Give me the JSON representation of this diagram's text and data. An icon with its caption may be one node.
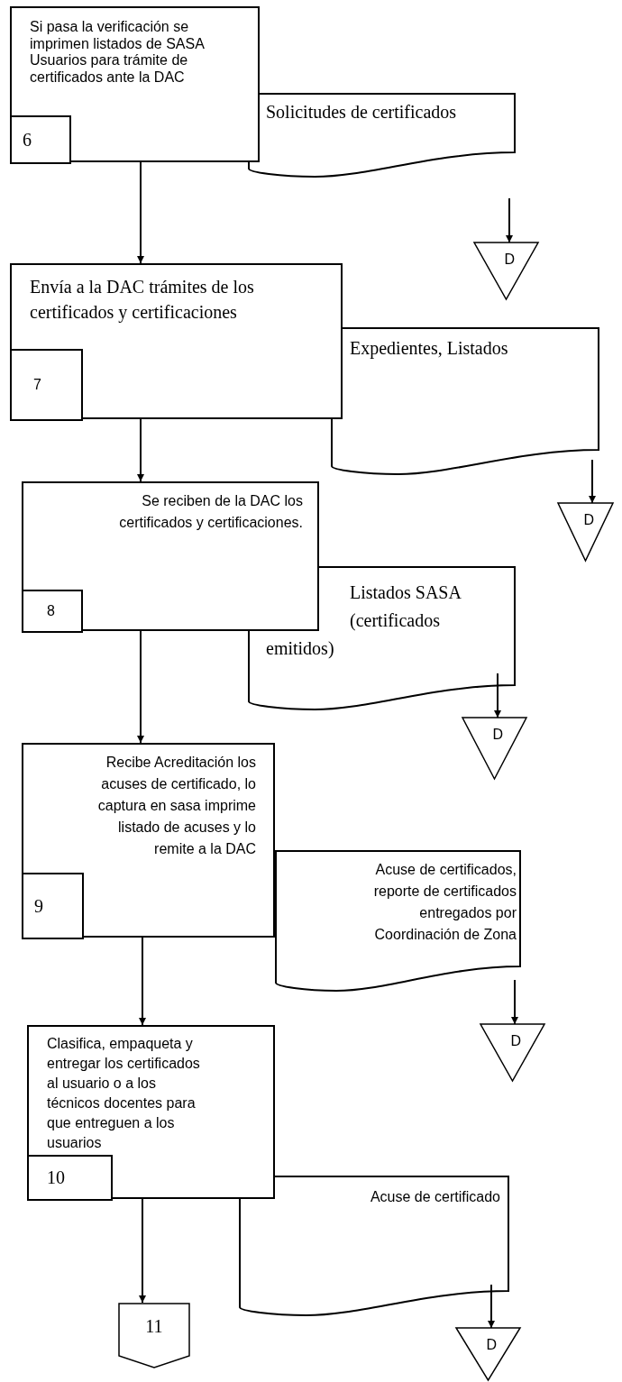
{
  "diagram": {
    "nodes": [
      {
        "text": [
          "Si pasa la verificación se imprimen listados de SASA Usuarios para trámite de certificados ante la DAC"
        ]
      },
      {
        "text": [
          "6"
        ],
        "in": 0
      },
      {
        "text": [
          "Solicitudes de certificados"
        ]
      },
      {
        "text": [
          "D"
        ]
      },
      {
        "text": [
          "Envía a la DAC trámites de los certificados y certificaciones"
        ]
      },
      {
        "text": [
          "7"
        ],
        "in": 4
      },
      {
        "text": [
          "Expedientes, Listados"
        ]
      },
      {
        "text": [
          "D"
        ]
      },
      {
        "text": [
          "Se reciben de la DAC los certificados y certificaciones."
        ]
      },
      {
        "text": [
          "8"
        ],
        "in": 8
      },
      {
        "text": [
          "Listados SASA (certificados emitidos)"
        ]
      },
      {
        "text": [
          "D"
        ]
      },
      {
        "text": [
          "Recibe Acreditación los acuses de certificado, lo captura en sasa imprime listado de acuses y lo remite a la DAC"
        ]
      },
      {
        "text": [
          "9"
        ],
        "in": 12
      },
      {
        "text": [
          "Acuse de certificados, reporte de certificados entregados por Coordinación de Zona"
        ]
      },
      {
        "text": [
          "D"
        ]
      },
      {
        "text": [
          "Clasifica, empaqueta y entregar los certificados al usuario o a los técnicos docentes para que entreguen a los usuarios"
        ]
      },
      {
        "text": [
          "10"
        ],
        "in": 16
      },
      {
        "text": [
          "Acuse de certificado"
        ]
      },
      {
        "text": [
          "D"
        ]
      },
      {
        "text": [
          "11"
        ]
      }
    ],
    "edges": [
      {
        "from": 0,
        "to": 4,
        "arrow": "to"
      },
      {
        "from": 4,
        "to": 8,
        "arrow": "to"
      },
      {
        "from": 8,
        "to": 12,
        "arrow": "to"
      },
      {
        "from": 12,
        "to": 16,
        "arrow": "to"
      },
      {
        "from": 16,
        "to": 20,
        "arrow": "to"
      },
      {
        "from": null,
        "to": 3,
        "arrow": "to"
      },
      {
        "from": 6,
        "to": 7,
        "arrow": "to"
      },
      {
        "from": 10,
        "to": 11,
        "arrow": "to"
      },
      {
        "from": 14,
        "to": 15,
        "arrow": "to"
      },
      {
        "from": 18,
        "to": 19,
        "arrow": "to"
      }
    ]
  }
}
